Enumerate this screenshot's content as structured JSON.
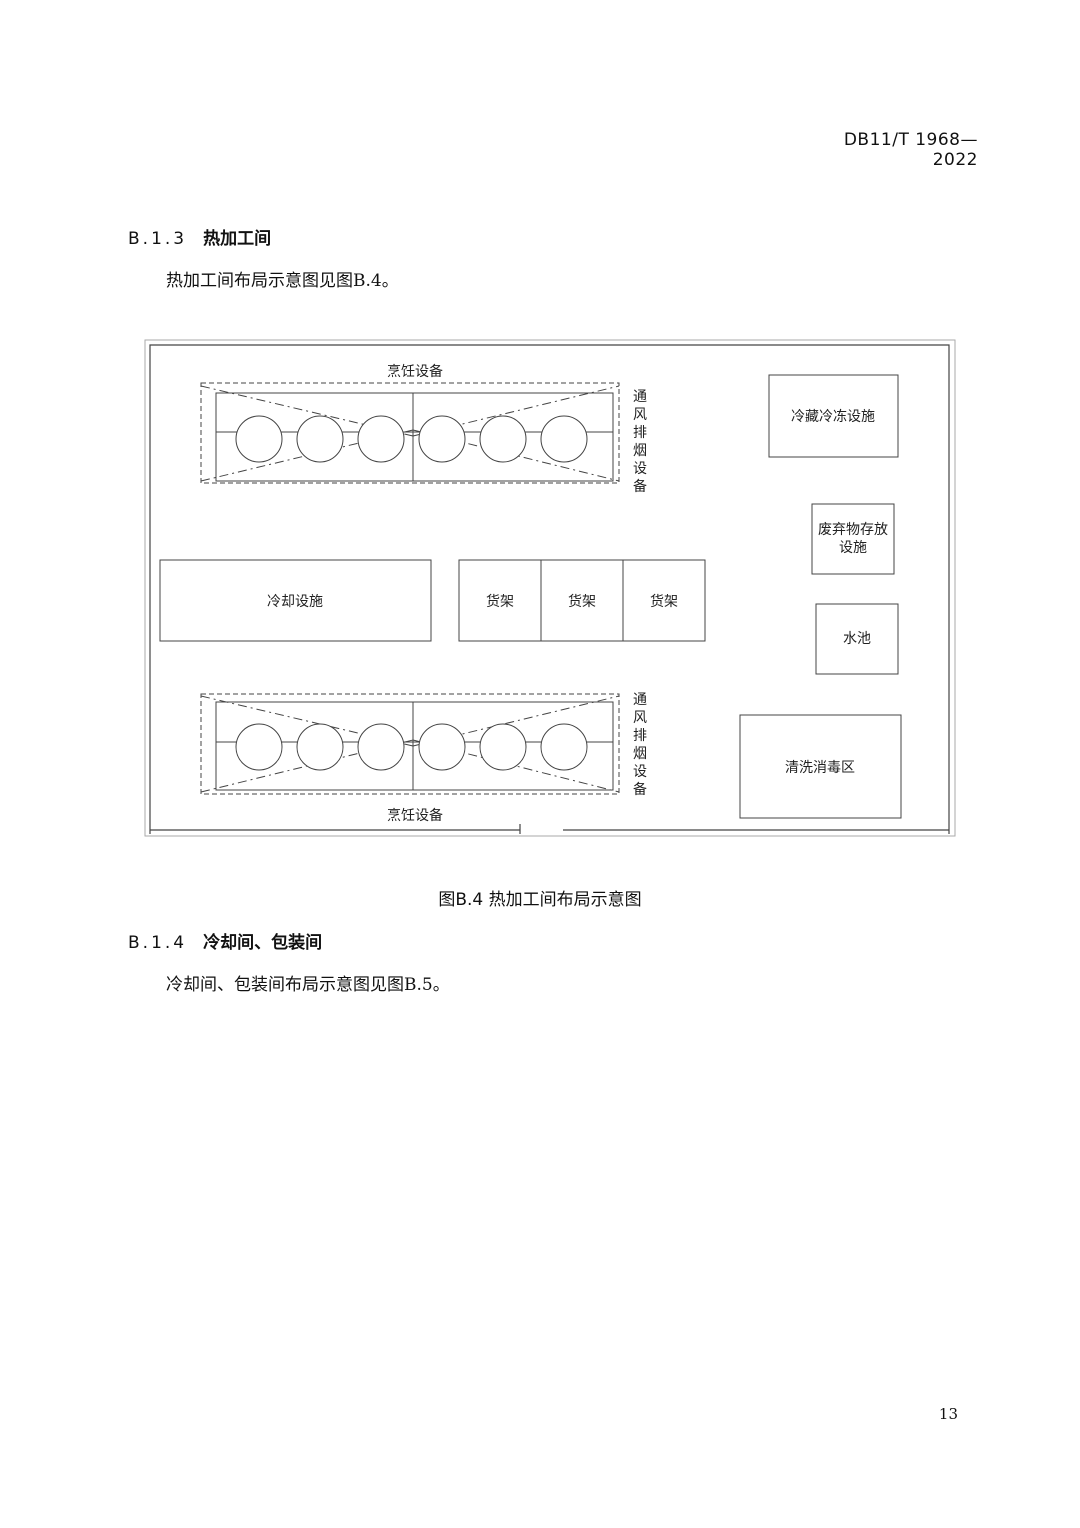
{
  "header": {
    "doc_id": "DB11/T 1968—2022"
  },
  "section_b13": {
    "number": "B.1.3",
    "title": "热加工间",
    "text": "热加工间布局示意图见图B.4。"
  },
  "figure": {
    "caption": "图B.4 热加工间布局示意图",
    "top_cooking_label": "烹饪设备",
    "bottom_cooking_label": "烹饪设备",
    "vent_label_top": [
      "通",
      "风",
      "排",
      "烟",
      "设",
      "备"
    ],
    "vent_label_bottom": [
      "通",
      "风",
      "排",
      "烟",
      "设",
      "备"
    ],
    "cooling": "冷却设施",
    "shelves": [
      "货架",
      "货架",
      "货架"
    ],
    "refrigeration": "冷藏冷冻设施",
    "waste_line1": "废弃物存放",
    "waste_line2": "设施",
    "sink": "水池",
    "cleaning": "清洗消毒区"
  },
  "section_b14": {
    "number": "B.1.4",
    "title": "冷却间、包装间",
    "text": "冷却间、包装间布局示意图见图B.5。"
  },
  "page_number": "13"
}
